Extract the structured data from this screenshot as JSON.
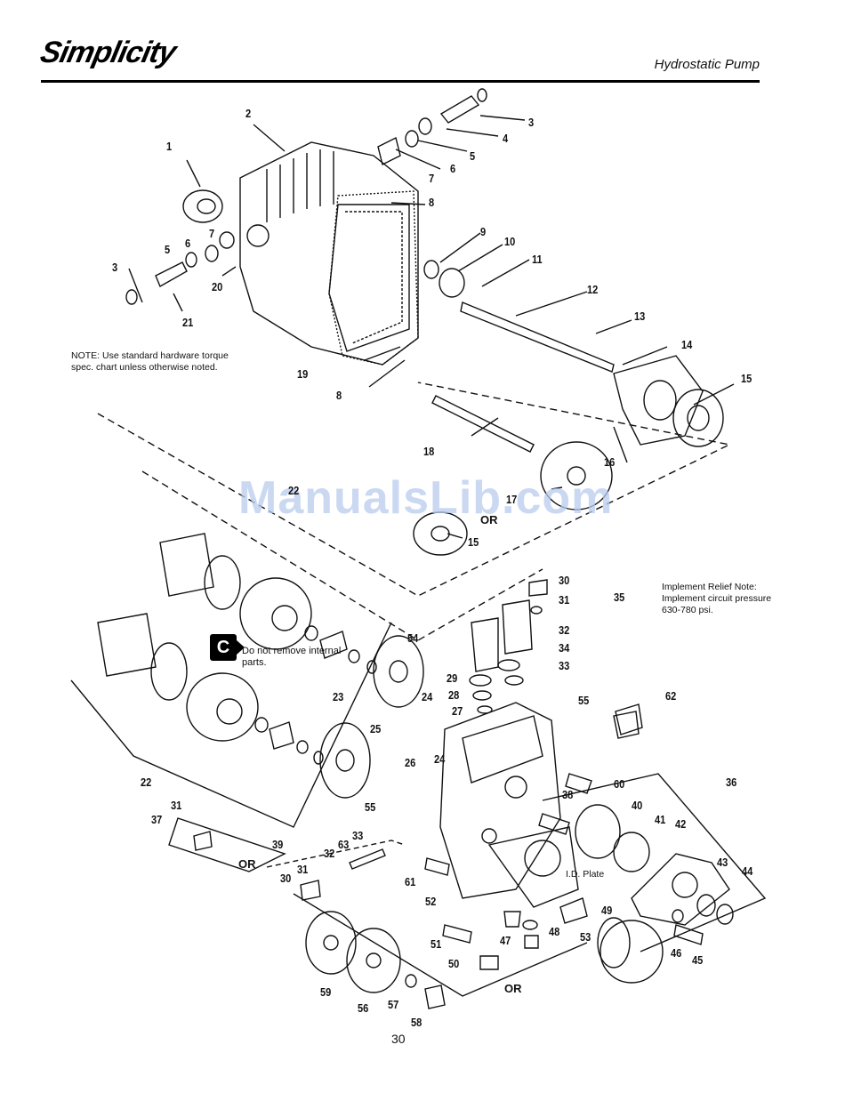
{
  "header": {
    "brand": "Simplicity",
    "title": "Hydrostatic Pump"
  },
  "watermark": "ManualsLib.com",
  "page_number": "30",
  "notes": {
    "hardware": "NOTE: Use standard hardware torque spec. chart unless otherwise noted.",
    "relief": "Implement Relief Note: Implement circuit pressure 630-780 psi.",
    "internal": "Do not remove internal parts.",
    "badge": "C",
    "id_plate": "I.D. Plate"
  },
  "or_label": "OR",
  "callouts": [
    {
      "id": "c1",
      "text": "1"
    },
    {
      "id": "c2",
      "text": "2"
    },
    {
      "id": "c3a",
      "text": "3"
    },
    {
      "id": "c3b",
      "text": "3"
    },
    {
      "id": "c4",
      "text": "4"
    },
    {
      "id": "c5a",
      "text": "5"
    },
    {
      "id": "c5b",
      "text": "5"
    },
    {
      "id": "c6a",
      "text": "6"
    },
    {
      "id": "c6b",
      "text": "6"
    },
    {
      "id": "c7a",
      "text": "7"
    },
    {
      "id": "c7b",
      "text": "7"
    },
    {
      "id": "c8a",
      "text": "8"
    },
    {
      "id": "c8b",
      "text": "8"
    },
    {
      "id": "c9",
      "text": "9"
    },
    {
      "id": "c10",
      "text": "10"
    },
    {
      "id": "c11",
      "text": "11"
    },
    {
      "id": "c12",
      "text": "12"
    },
    {
      "id": "c13",
      "text": "13"
    },
    {
      "id": "c14",
      "text": "14"
    },
    {
      "id": "c15a",
      "text": "15"
    },
    {
      "id": "c15b",
      "text": "15"
    },
    {
      "id": "c16",
      "text": "16"
    },
    {
      "id": "c17",
      "text": "17"
    },
    {
      "id": "c18",
      "text": "18"
    },
    {
      "id": "c19",
      "text": "19"
    },
    {
      "id": "c20",
      "text": "20"
    },
    {
      "id": "c21",
      "text": "21"
    },
    {
      "id": "c22a",
      "text": "22"
    },
    {
      "id": "c22b",
      "text": "22"
    },
    {
      "id": "c23",
      "text": "23"
    },
    {
      "id": "c24a",
      "text": "24"
    },
    {
      "id": "c24b",
      "text": "24"
    },
    {
      "id": "c25",
      "text": "25"
    },
    {
      "id": "c26",
      "text": "26"
    },
    {
      "id": "c27",
      "text": "27"
    },
    {
      "id": "c28",
      "text": "28"
    },
    {
      "id": "c29",
      "text": "29"
    },
    {
      "id": "c30a",
      "text": "30"
    },
    {
      "id": "c30b",
      "text": "30"
    },
    {
      "id": "c31a",
      "text": "31"
    },
    {
      "id": "c31b",
      "text": "31"
    },
    {
      "id": "c31c",
      "text": "31"
    },
    {
      "id": "c32a",
      "text": "32"
    },
    {
      "id": "c32b",
      "text": "32"
    },
    {
      "id": "c33a",
      "text": "33"
    },
    {
      "id": "c33b",
      "text": "33"
    },
    {
      "id": "c34",
      "text": "34"
    },
    {
      "id": "c35",
      "text": "35"
    },
    {
      "id": "c36",
      "text": "36"
    },
    {
      "id": "c37",
      "text": "37"
    },
    {
      "id": "c38",
      "text": "38"
    },
    {
      "id": "c39",
      "text": "39"
    },
    {
      "id": "c40",
      "text": "40"
    },
    {
      "id": "c41",
      "text": "41"
    },
    {
      "id": "c42",
      "text": "42"
    },
    {
      "id": "c43",
      "text": "43"
    },
    {
      "id": "c44",
      "text": "44"
    },
    {
      "id": "c45",
      "text": "45"
    },
    {
      "id": "c46",
      "text": "46"
    },
    {
      "id": "c47",
      "text": "47"
    },
    {
      "id": "c48",
      "text": "48"
    },
    {
      "id": "c49",
      "text": "49"
    },
    {
      "id": "c50",
      "text": "50"
    },
    {
      "id": "c51",
      "text": "51"
    },
    {
      "id": "c52",
      "text": "52"
    },
    {
      "id": "c53",
      "text": "53"
    },
    {
      "id": "c54",
      "text": "54"
    },
    {
      "id": "c55a",
      "text": "55"
    },
    {
      "id": "c55b",
      "text": "55"
    },
    {
      "id": "c56",
      "text": "56"
    },
    {
      "id": "c57",
      "text": "57"
    },
    {
      "id": "c58",
      "text": "58"
    },
    {
      "id": "c59",
      "text": "59"
    },
    {
      "id": "c60",
      "text": "60"
    },
    {
      "id": "c61",
      "text": "61"
    },
    {
      "id": "c62",
      "text": "62"
    },
    {
      "id": "c63",
      "text": "63"
    }
  ]
}
